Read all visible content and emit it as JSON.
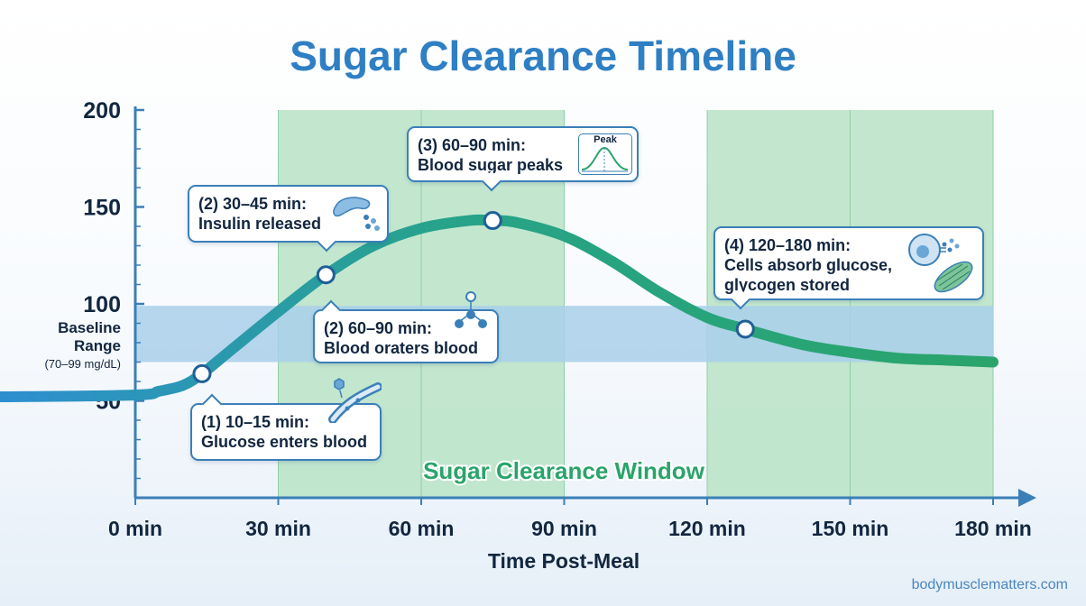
{
  "chart_data": {
    "type": "line",
    "title": "Sugar Clearance Timeline",
    "xlabel": "Time Post-Meal",
    "ylabel": "",
    "xlim": [
      0,
      180
    ],
    "ylim": [
      0,
      200
    ],
    "x_ticks": [
      0,
      30,
      60,
      90,
      120,
      150,
      180
    ],
    "x_tick_labels": [
      "0 min",
      "30 min",
      "60 min",
      "90 min",
      "120 min",
      "150 min",
      "180 min"
    ],
    "y_ticks": [
      50,
      100,
      150,
      200
    ],
    "y_tick_labels": [
      "50",
      "100",
      "150",
      "200"
    ],
    "series": [
      {
        "x": [
          0,
          5,
          10,
          14,
          20,
          30,
          40,
          50,
          60,
          70,
          75,
          80,
          90,
          100,
          110,
          120,
          128,
          140,
          150,
          160,
          170,
          180
        ],
        "values": [
          53,
          55,
          58,
          64,
          76,
          96,
          115,
          130,
          139,
          143,
          143,
          142,
          135,
          122,
          106,
          93,
          87,
          79,
          75,
          72,
          71,
          70
        ],
        "color": "#2e8fd0",
        "end_color": "#2aa46a"
      }
    ],
    "markers": [
      {
        "x": 14,
        "y": 64
      },
      {
        "x": 40,
        "y": 115
      },
      {
        "x": 75,
        "y": 143
      },
      {
        "x": 128,
        "y": 87
      }
    ],
    "baseline_band": {
      "y_range": [
        70,
        99
      ],
      "label_line1": "Baseline",
      "label_line2": "Range",
      "label_line3": "(70–99 mg/dL)",
      "color": "#a9cfea"
    },
    "clearance_windows": [
      {
        "x_range": [
          30,
          60
        ]
      },
      {
        "x_range": [
          60,
          90
        ]
      },
      {
        "x_range": [
          120,
          150
        ]
      },
      {
        "x_range": [
          150,
          180
        ]
      }
    ],
    "window_label": "Sugar Clearance Window",
    "window_color": "#b9e3c6",
    "grid": false,
    "legend": "none"
  },
  "callouts": [
    {
      "line1": "(1) 10–15 min:",
      "line2": "Glucose enters blood",
      "icon": "blood-vessel-icon"
    },
    {
      "line1": "(2) 30–45 min:",
      "line2": "Insulin released",
      "icon": "pancreas-icon"
    },
    {
      "line1": "(2) 60–90 min:",
      "line2": "Blood oraters blood",
      "icon": "molecule-network-icon"
    },
    {
      "line1": "(3) 60–90 min:",
      "line2": "Blood sugar peaks",
      "icon": "peak-graph-icon",
      "icon_label": "Peak"
    },
    {
      "line1": "(4) 120–180 min:",
      "line2": "Cells absorb glucose,",
      "line3": "glycogen stored",
      "icon": "cell-muscle-icon"
    }
  ],
  "footer": "bodymusclematters.com",
  "colors": {
    "title": "#2e7fc4",
    "axis": "#3b7fb8",
    "text": "#12263f",
    "window_text": "#2aa46a"
  }
}
